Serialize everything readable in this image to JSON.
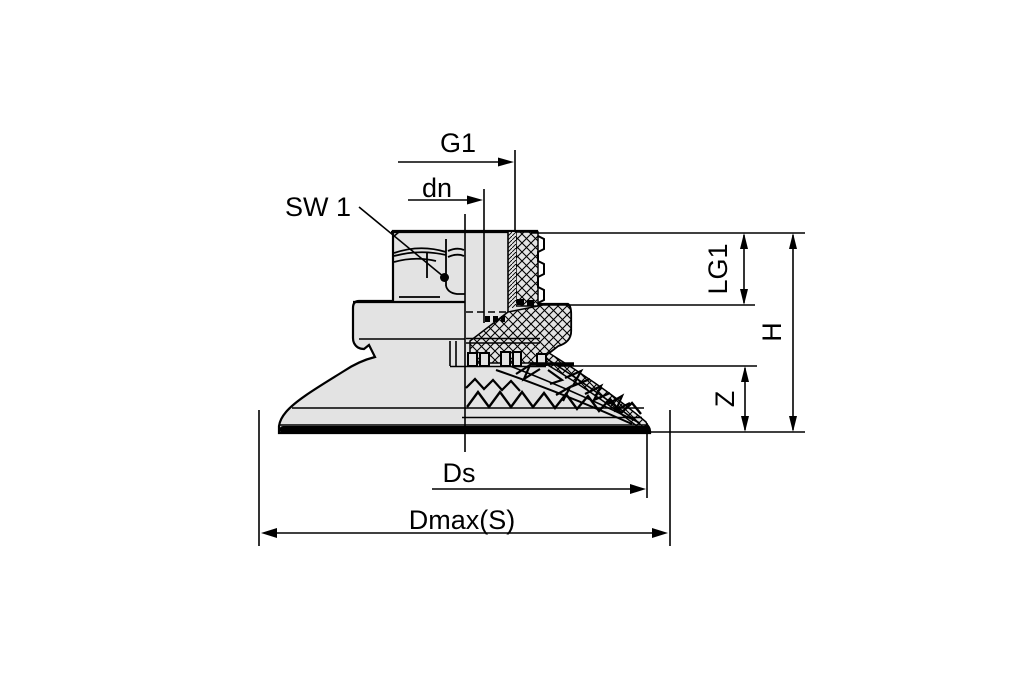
{
  "drawing": {
    "kind": "suction-cup half-section technical drawing",
    "labels": {
      "g1": "G1",
      "dn": "dn",
      "sw1": "SW 1",
      "lg1": "LG1",
      "h": "H",
      "z": "Z",
      "ds": "Ds",
      "dmax": "Dmax(S)"
    },
    "colors": {
      "background": "#ffffff",
      "part_fill": "#e3e3e3",
      "line": "#000000"
    }
  }
}
